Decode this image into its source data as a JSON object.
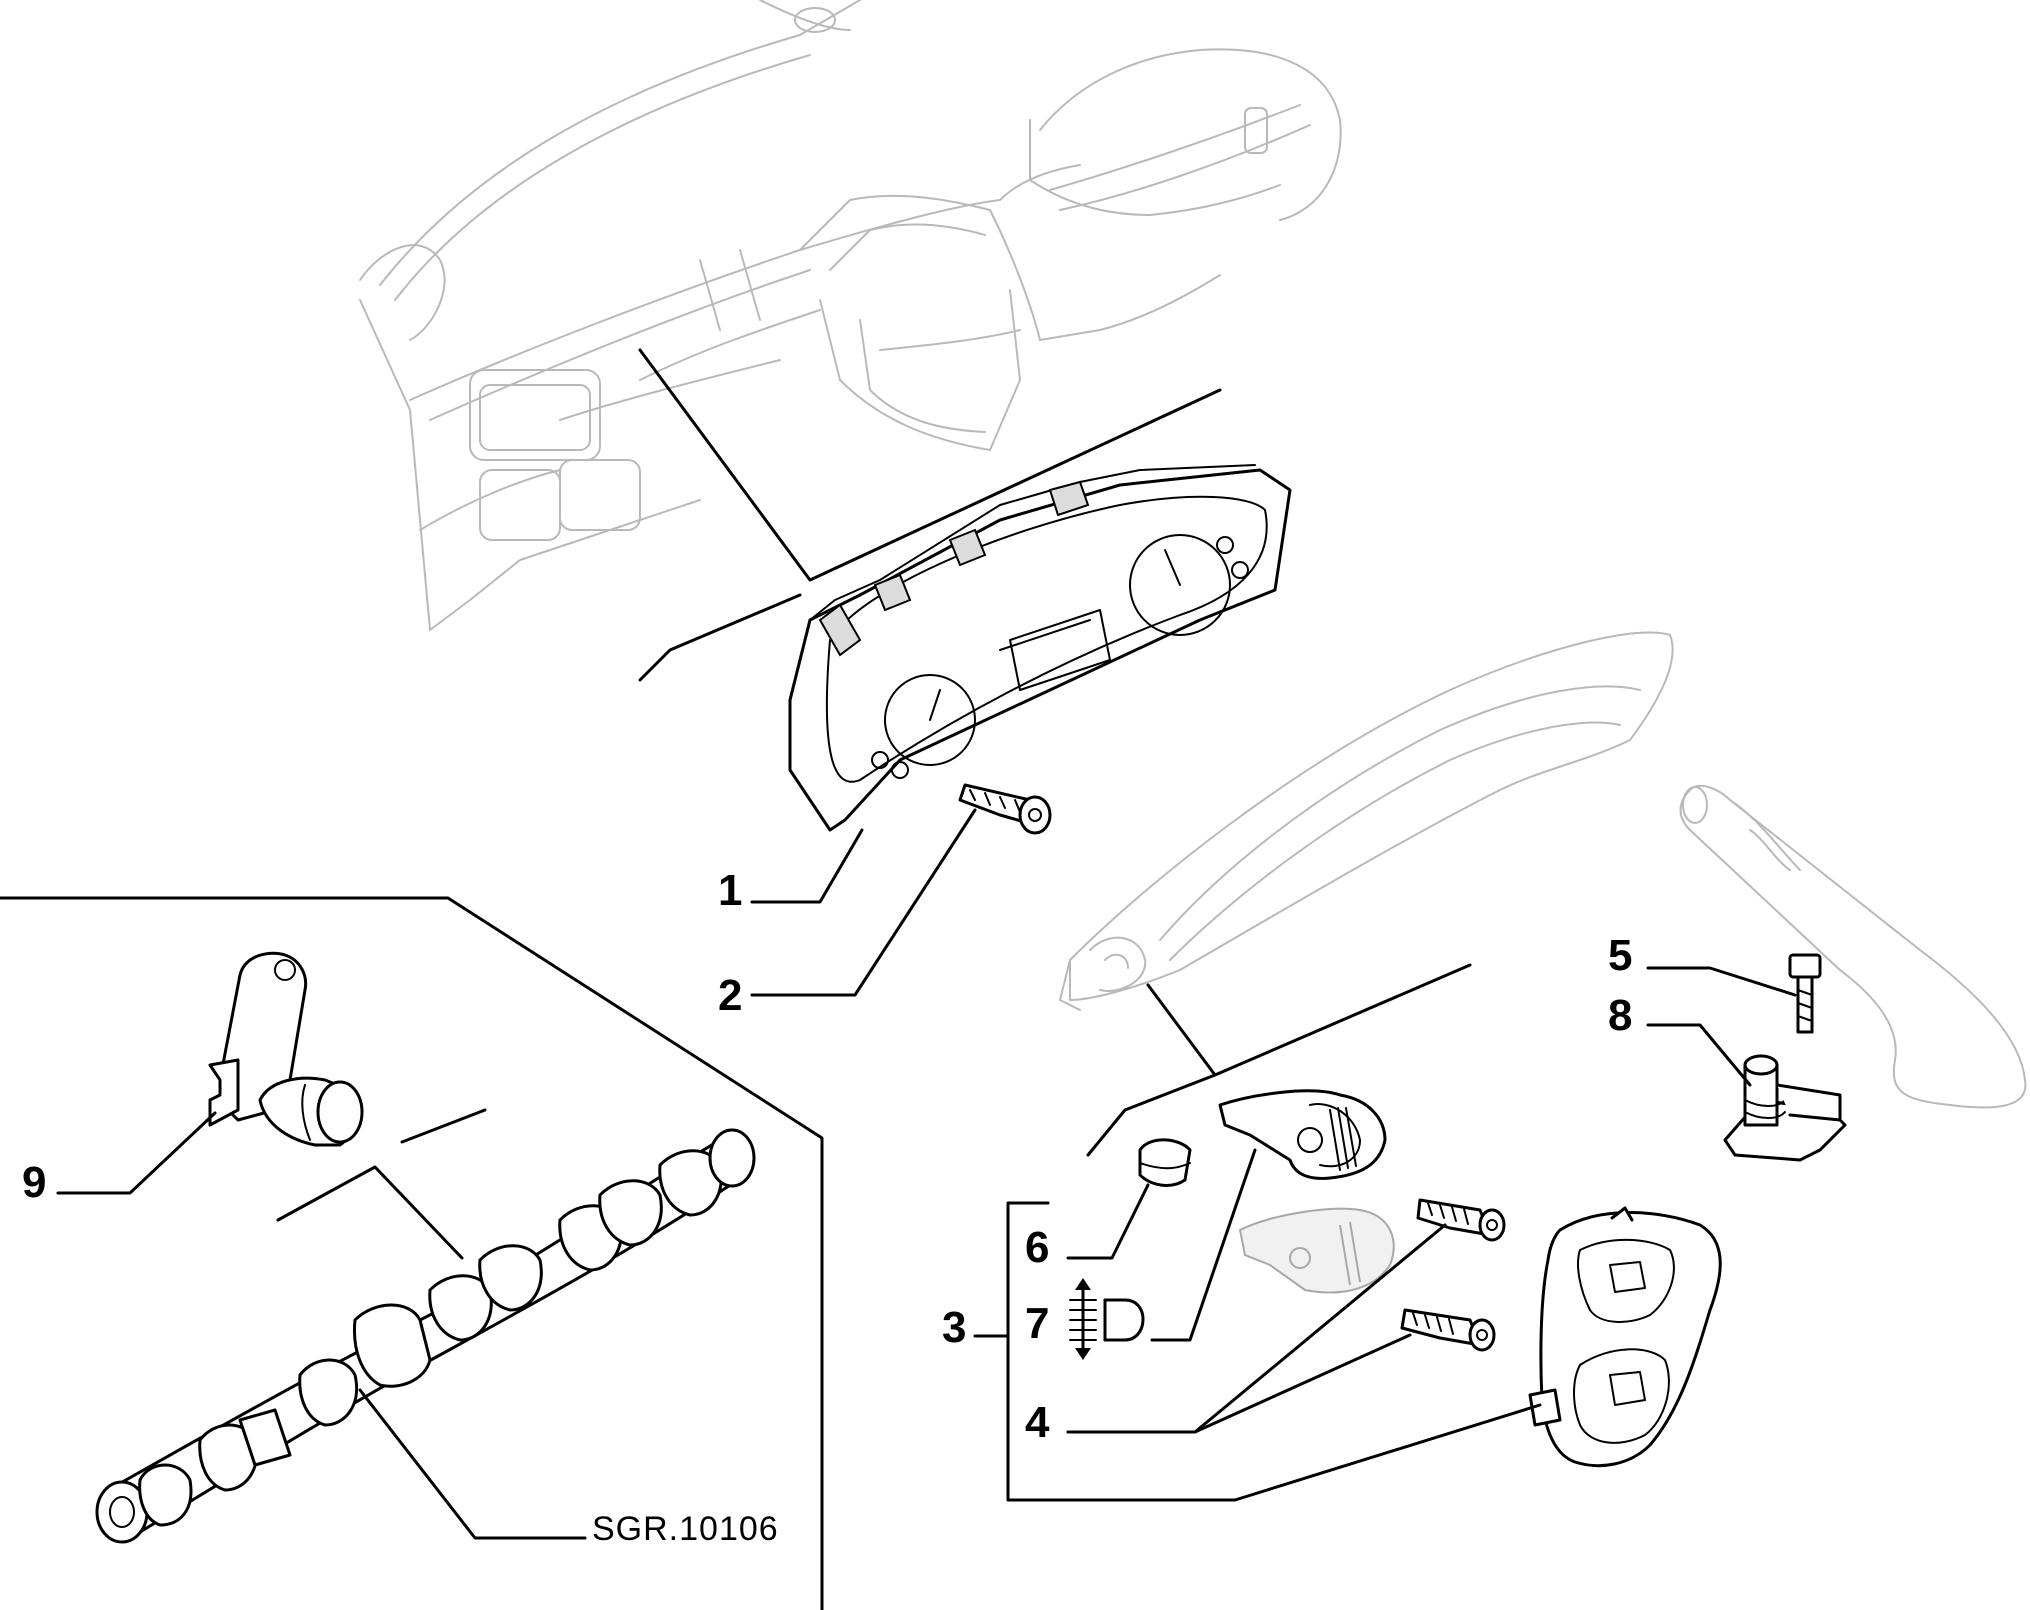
{
  "callouts": {
    "c1": "1",
    "c2": "2",
    "c3": "3",
    "c4": "4",
    "c5": "5",
    "c6": "6",
    "c7": "7",
    "c8": "8",
    "c9": "9"
  },
  "reference_code": "SGR.10106",
  "colors": {
    "line": "#000000",
    "ghost_line": "#b9b9b9",
    "background": "#ffffff"
  }
}
